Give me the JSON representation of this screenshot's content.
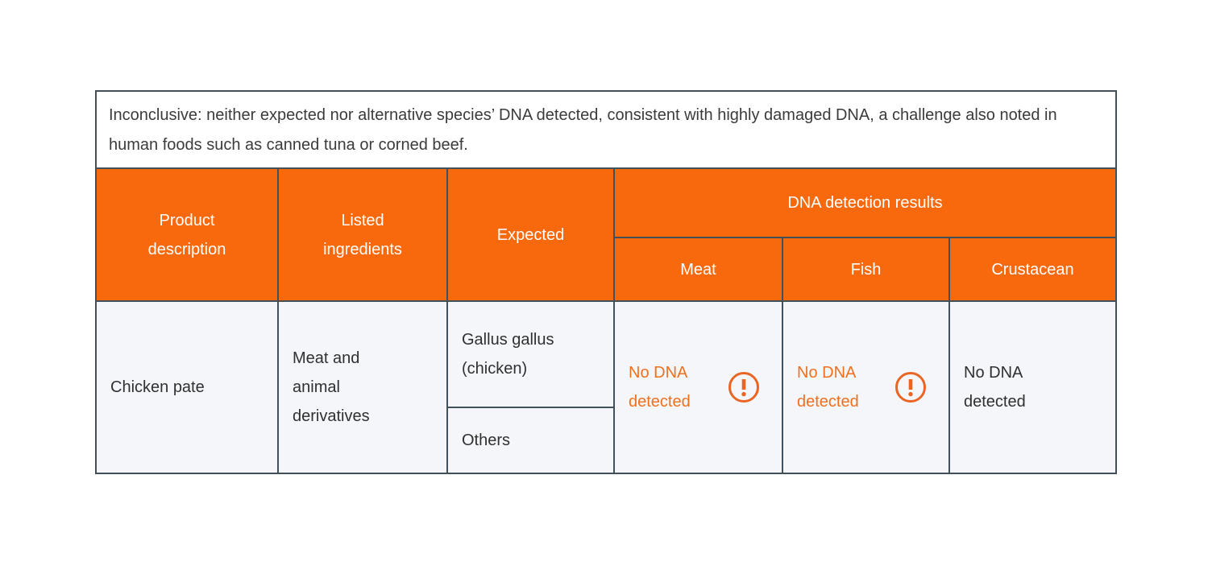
{
  "colors": {
    "orange_header": "#F8690D",
    "result_orange_text": "#F0701E",
    "warning_icon_orange": "#EA6523",
    "table_border": "#42505B",
    "data_row_background": "#F4F6F9",
    "page_background": "#FFFFFF",
    "header_text": "#FFFFFF",
    "body_text": "#303030",
    "note_text": "#3B3B3B"
  },
  "note": {
    "text": "Inconclusive: neither expected nor alternative species’ DNA detected, consistent with highly damaged DNA, a challenge also noted in human foods such as canned tuna or corned beef."
  },
  "table": {
    "headers": {
      "product_description": "Product description",
      "listed_ingredients": "Listed ingredients",
      "expected": "Expected",
      "dna_detection_results": "DNA detection results",
      "meat": "Meat",
      "fish": "Fish",
      "crustacean": "Crustacean"
    },
    "row": {
      "product_description": "Chicken pate",
      "listed_ingredients": "Meat and animal derivatives",
      "expected_species": "Gallus gallus (chicken)",
      "expected_others": "Others",
      "meat": {
        "result": "No DNA detected",
        "warning_icon": true
      },
      "fish": {
        "result": "No DNA detected",
        "warning_icon": true
      },
      "crustacean": {
        "result": "No DNA detected",
        "warning_icon": false
      }
    }
  }
}
